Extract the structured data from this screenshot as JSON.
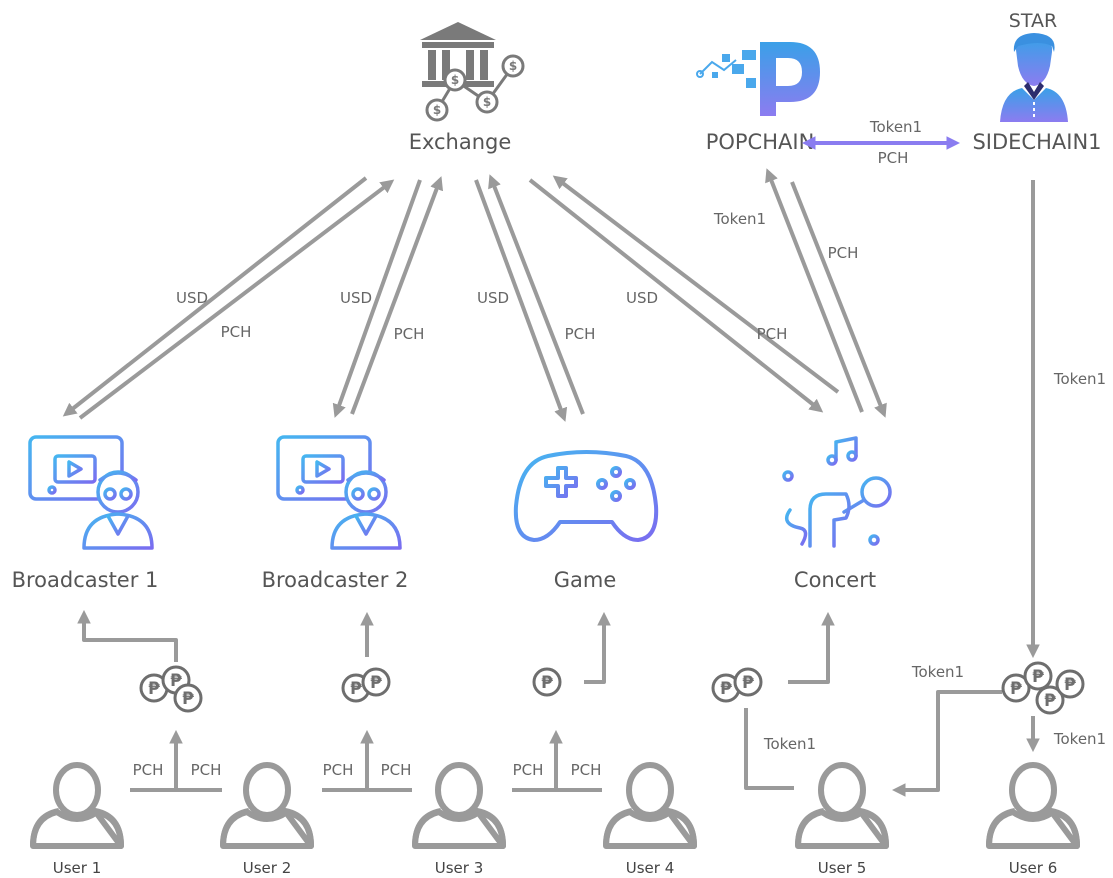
{
  "nodes": {
    "exchange": "Exchange",
    "popchain": "POPCHAIN",
    "sidechain": "SIDECHAIN1",
    "star": "STAR",
    "broadcaster1": "Broadcaster 1",
    "broadcaster2": "Broadcaster 2",
    "game": "Game",
    "concert": "Concert"
  },
  "users": [
    "User 1",
    "User 2",
    "User 3",
    "User 4",
    "User 5",
    "User 6"
  ],
  "labels": {
    "usd": "USD",
    "pch": "PCH",
    "token1": "Token1"
  },
  "colors": {
    "arrow": "#9a9a9a",
    "user_icon": "#9a9a9a",
    "coin": "#6e6e6e",
    "accent_blue": "#4aa8ec",
    "accent_purple": "#8a7cf0"
  },
  "icons": {
    "exchange": "bank-with-coins-icon",
    "popchain": "popchain-logo",
    "star": "star-person-icon",
    "broadcaster": "video-broadcaster-icon",
    "game": "gamepad-icon",
    "concert": "microphone-hand-icon",
    "user": "user-outline-icon",
    "coin": "pch-coin-icon"
  }
}
